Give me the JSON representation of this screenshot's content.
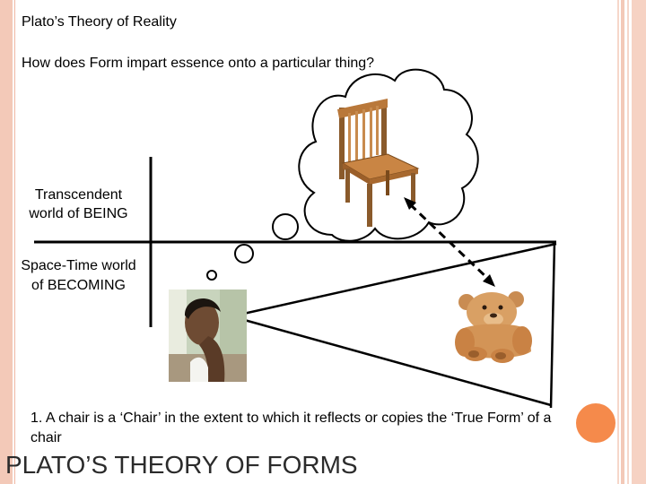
{
  "slide": {
    "title": "Plato’s Theory of Reality",
    "question": "How does Form impart essence onto a particular thing?",
    "label_being": "Transcendent world of BEING",
    "label_becoming": "Space-Time world of BECOMING",
    "statement": "1.  A chair is a ‘Chair’ in the extent to which it reflects or copies the ‘True Form’ of a chair",
    "footer_title": "PLATO’S THEORY OF FORMS"
  },
  "colors": {
    "border_accent": "#f3c9b8",
    "circle_accent": "#f58a4b",
    "chair_wood": "#b9783a",
    "bear_fur": "#d9a064"
  },
  "images": {
    "chair": "wooden-chair",
    "person": "thinking-man",
    "bear": "teddy-bear-chair"
  }
}
